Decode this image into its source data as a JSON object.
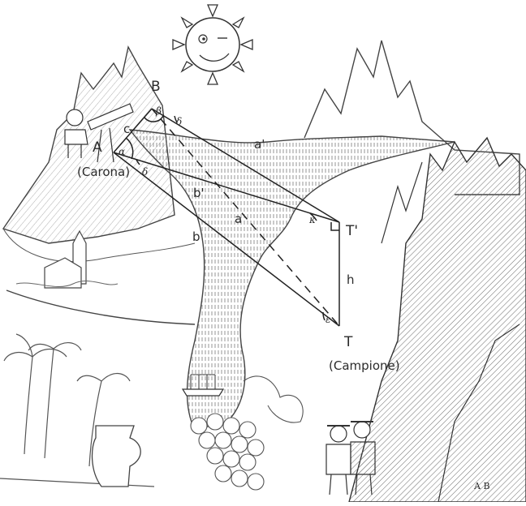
{
  "figure": {
    "points": {
      "A": "A",
      "B": "B",
      "T_prime": "T'",
      "T": "T"
    },
    "segments": {
      "c": "c",
      "a_prime": "a'",
      "b_prime": "b'",
      "a": "a",
      "b": "b",
      "h": "h"
    },
    "angles": {
      "alpha": "α",
      "beta": "β",
      "delta": "δ",
      "gamma": "δ",
      "epsilon": "ε",
      "kappa": "κ"
    },
    "places": {
      "origin": "(Carona)",
      "target": "(Campione)"
    },
    "signature": "A B"
  }
}
